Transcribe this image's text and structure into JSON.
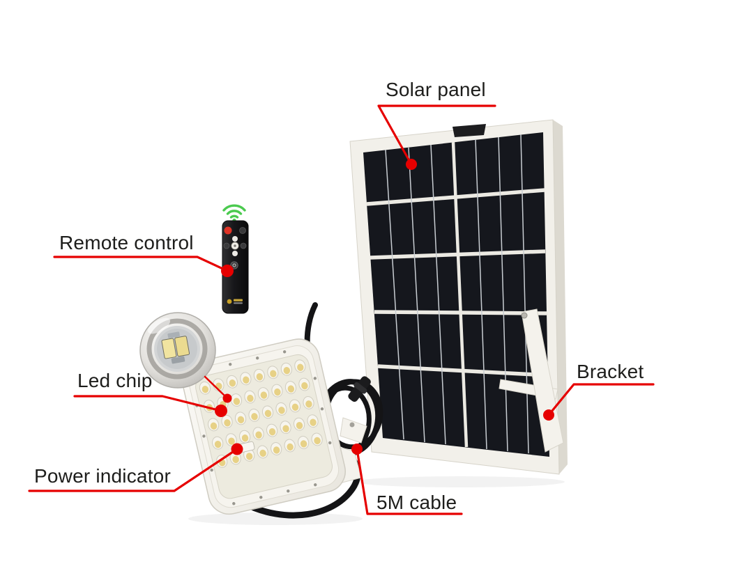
{
  "figure": {
    "type": "annotated-product-diagram",
    "subject": "solar powered LED flood light kit",
    "background": "#ffffff"
  },
  "annotations": {
    "solar_panel": {
      "label": "Solar panel"
    },
    "remote_control": {
      "label": "Remote control"
    },
    "led_chip": {
      "label": "Led chip"
    },
    "power_indicator": {
      "label": "Power indicator"
    },
    "cable": {
      "label": "5M cable"
    },
    "bracket": {
      "label": "Bracket"
    }
  },
  "icons": {
    "wifi": "wifi-signal-icon"
  },
  "colors": {
    "annotation_red": "#e60000",
    "wifi_green": "#4bca4f",
    "solar_cell": "#15171d",
    "panel_frame": "#f2f0ea",
    "led_yellow": "#e7d186"
  }
}
